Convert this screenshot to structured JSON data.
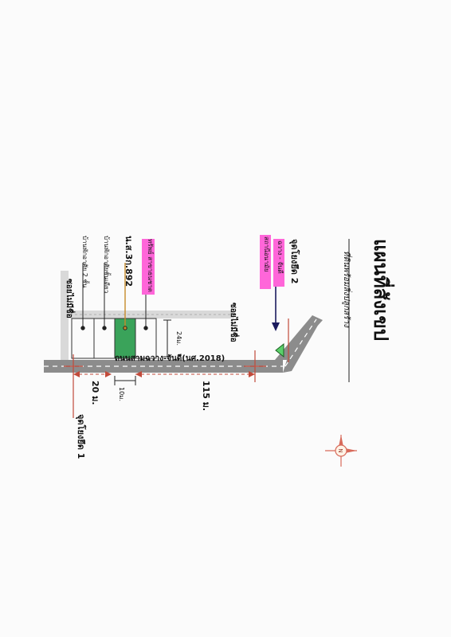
{
  "map": {
    "title": "แผนที่สังเขป",
    "subtitle": "ที่ดินพร้อมสิ่งปลูกสร้าง",
    "road_main": "ถนนสามฉวาง-จันดี(นศ.2018)",
    "soi_top": "ซอยไม่มีชื่อ",
    "soi_left": "ซอยไม่มีชื่อ",
    "plot_title_deed": "น.ส.3ก.892",
    "plot_highlight": "ทรัพย์ สาขาธนชาต",
    "house_right": "บ้านพักอาศัยชั้นเดียว",
    "house_left": "บ้านพักอาศัย 2 ชั้น",
    "dim_24": "24ม.",
    "dim_10": "10ม.",
    "dim_115": "115 ม.",
    "dim_20": "20 ม.",
    "ref_point_1": "จุดโยงยึด 1",
    "ref_point_2": "จุดโยงยึด 2",
    "handwritten_a": "สถานีอนามัย",
    "handwritten_b": "ฉวาง - จันดี",
    "colors": {
      "highlight_pink": "#ff66d9",
      "plot_green": "#3aa35a",
      "road_gray": "#8c8c8c",
      "dim_red": "#c24a3a",
      "compass": "#d86a5a"
    },
    "icons": [
      "compass-icon",
      "triangle-landmark-icon",
      "arrow-icon"
    ]
  }
}
